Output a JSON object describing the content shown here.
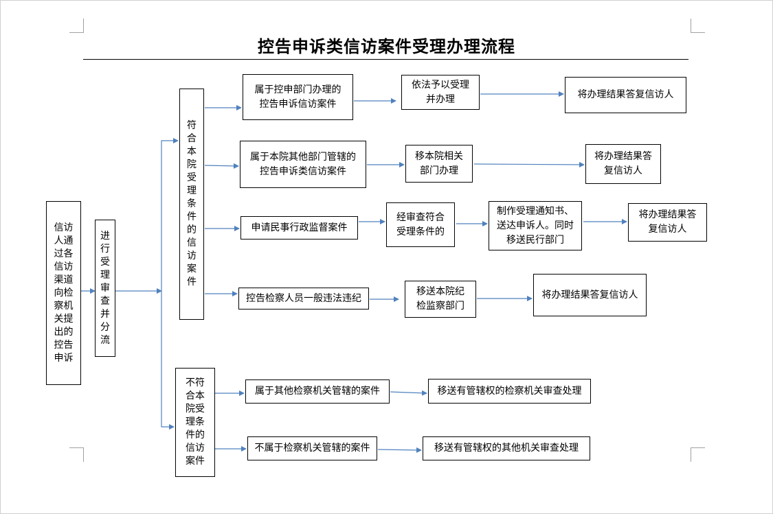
{
  "title": "控告申诉类信访案件受理办理流程",
  "colors": {
    "arrow": "#4f81bd",
    "border": "#000000",
    "title_rule": "#000000"
  },
  "nodes": {
    "petitioner": "信访\n人通\n过各\n信访\n渠道\n向检\n察机\n关提\n出的\n控告\n申诉",
    "review": "进\n行\n受\n理\n审\n查\n并\n分\n流",
    "accept": "符\n合\n本\n院\n受\n理\n条\n件\n的\n信\n访\n案\n件",
    "reject": "不符\n合本\n院受\n理条\n件的\n信访\n案件",
    "r1_case": "属于控申部门办理的\n控告申诉信访案件",
    "r1_action": "依法予以受理\n并办理",
    "r1_result": "将办理结果答复信访人",
    "r2_case": "属于本院其他部门管辖的\n控告申诉类信访案件",
    "r2_action": "移本院相关\n部门办理",
    "r2_result": "将办理结果答\n复信访人",
    "r3_case": "申请民事行政监督案件",
    "r3_review": "经审查符合\n受理条件的",
    "r3_action": "制作受理通知书、\n送达申诉人。同时\n移送民行部门",
    "r3_result": "将办理结果答\n复信访人",
    "r4_case": "控告检察人员一般违法违纪",
    "r4_action": "移送本院纪\n检监察部门",
    "r4_result": "将办理结果答复信访人",
    "r5_case": "属于其他检察机关管辖的案件",
    "r5_action": "移送有管辖权的检察机关审查处理",
    "r6_case": "不属于检察机关管辖的案件",
    "r6_action": "移送有管辖权的其他机关审查处理"
  }
}
